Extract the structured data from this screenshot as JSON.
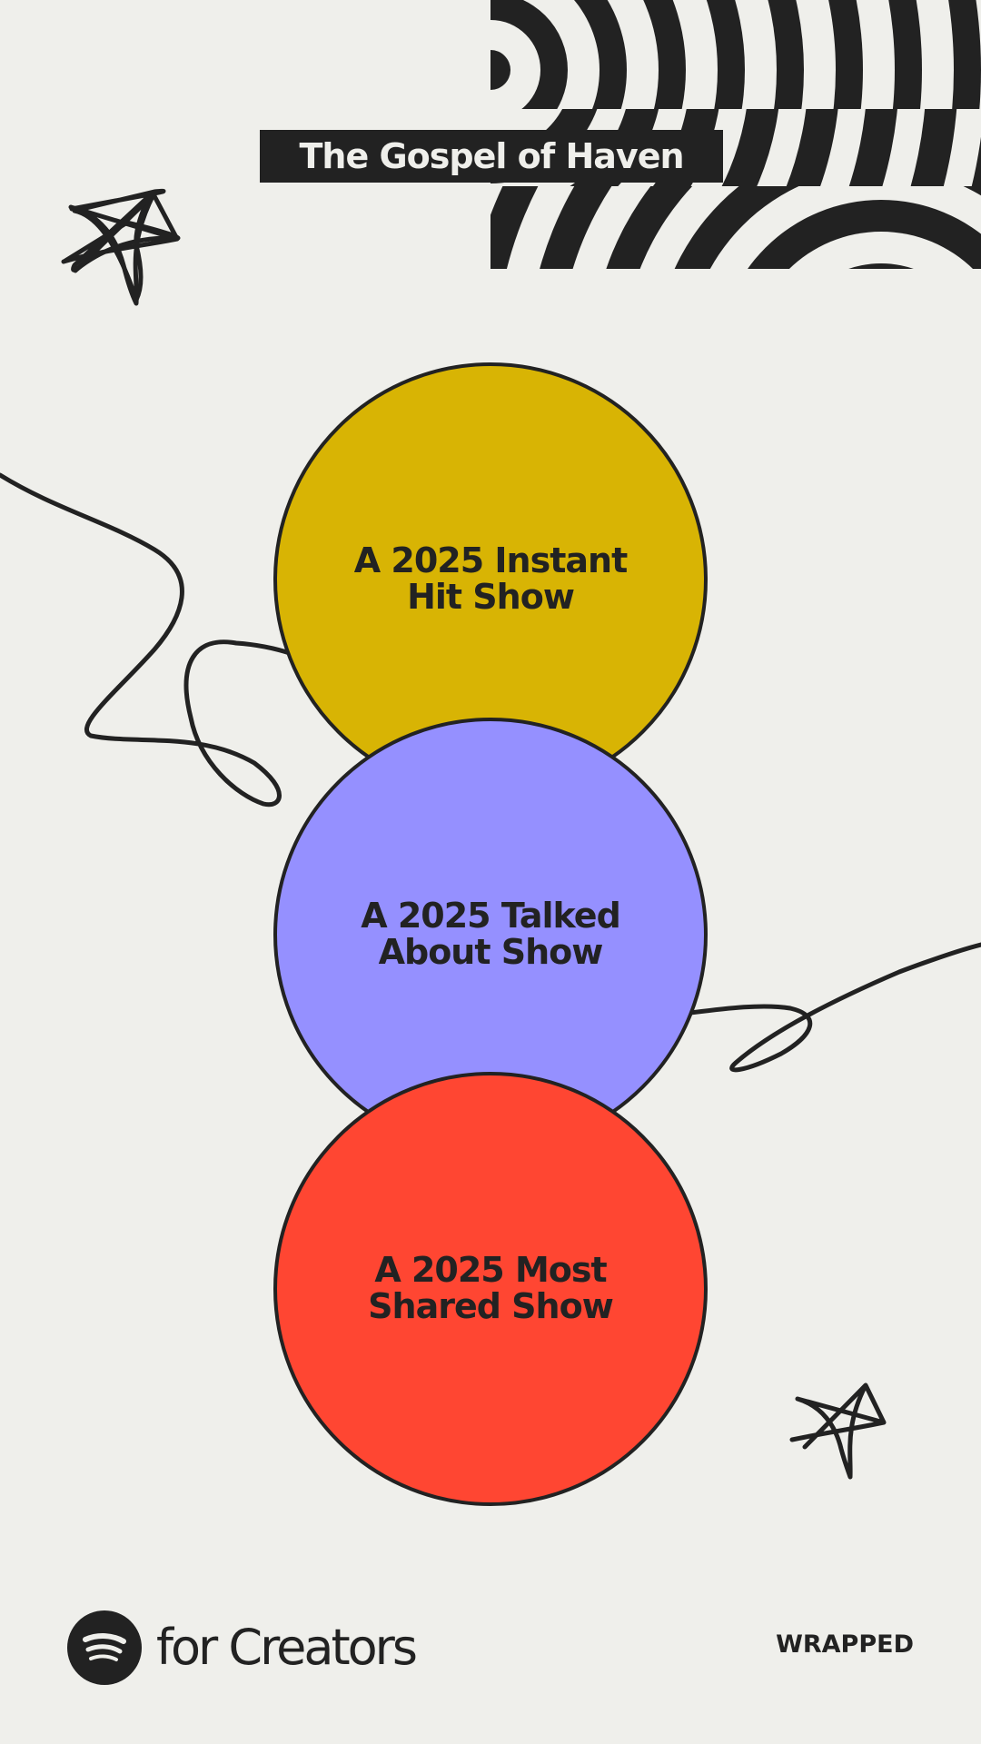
{
  "title": "The Gospel of Haven",
  "badges": [
    {
      "label": "A 2025 Instant\nHit Show",
      "color": "#d8b404"
    },
    {
      "label": "A 2025 Talked\nAbout Show",
      "color": "#9590ff"
    },
    {
      "label": "A 2025 Most\nShared Show",
      "color": "#ff4632"
    }
  ],
  "footer": {
    "brand": "for Creators",
    "wrapped": "WRAPPED"
  },
  "colors": {
    "background": "#efefeb",
    "ink": "#222222"
  },
  "icons": [
    "spotify-icon",
    "star-doodle-icon",
    "concentric-arc-pattern"
  ]
}
